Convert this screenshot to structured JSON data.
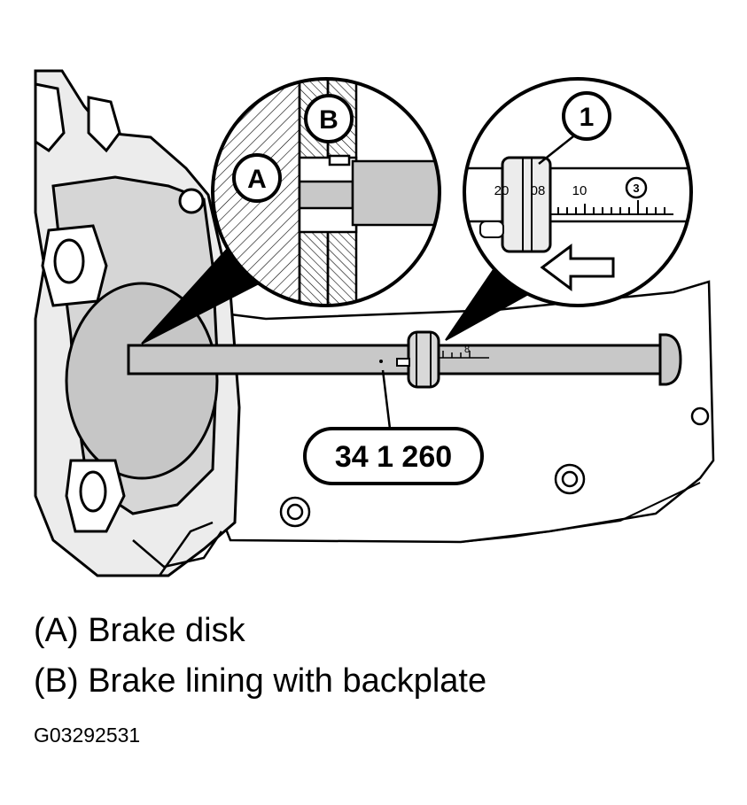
{
  "diagram": {
    "callouts": {
      "a": "A",
      "b": "B",
      "one": "1",
      "tool": "34 1 260"
    },
    "scale": {
      "left": "20",
      "middle": "08",
      "right": "10",
      "marker": "3"
    },
    "rod_marker": "8"
  },
  "captions": {
    "a": "(A) Brake disk",
    "b": "(B) Brake lining with backplate"
  },
  "figure_code": "G03292531"
}
